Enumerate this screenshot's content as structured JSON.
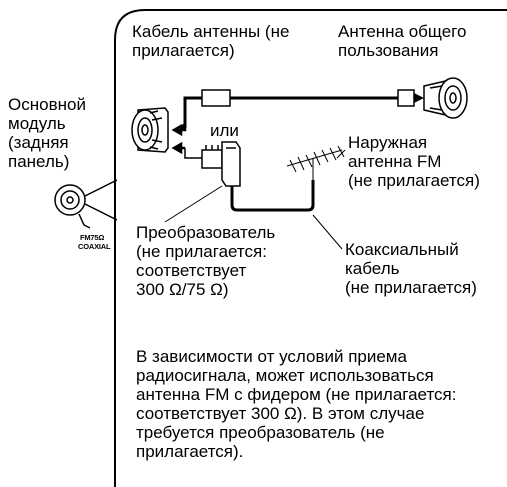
{
  "labels": {
    "antenna_cable": "Кабель антенны (не\nприлагается)",
    "common_antenna": "Антенна общего\nпользования",
    "main_unit": "Основной\nмодуль\n(задняя\nпанель)",
    "or": "или",
    "outdoor_antenna": "Наружная\nантенна FM\n(не прилагается)",
    "jack_fm": "FM75Ω",
    "jack_coaxial": "COAXIAL",
    "converter": "Преобразователь\n(не прилагается:\nсоответствует\n300 Ω/75 Ω)",
    "coax_cable": "Коаксиальный\nкабель\n(не прилагается)",
    "note": "В зависимости от условий приема\nрадиосигнала, может использоваться\nантенна FM с фидером (не прилагается:\nсоответствует 300 Ω). В этом случае\nтребуется преобразователь (не\nприлагается)."
  }
}
